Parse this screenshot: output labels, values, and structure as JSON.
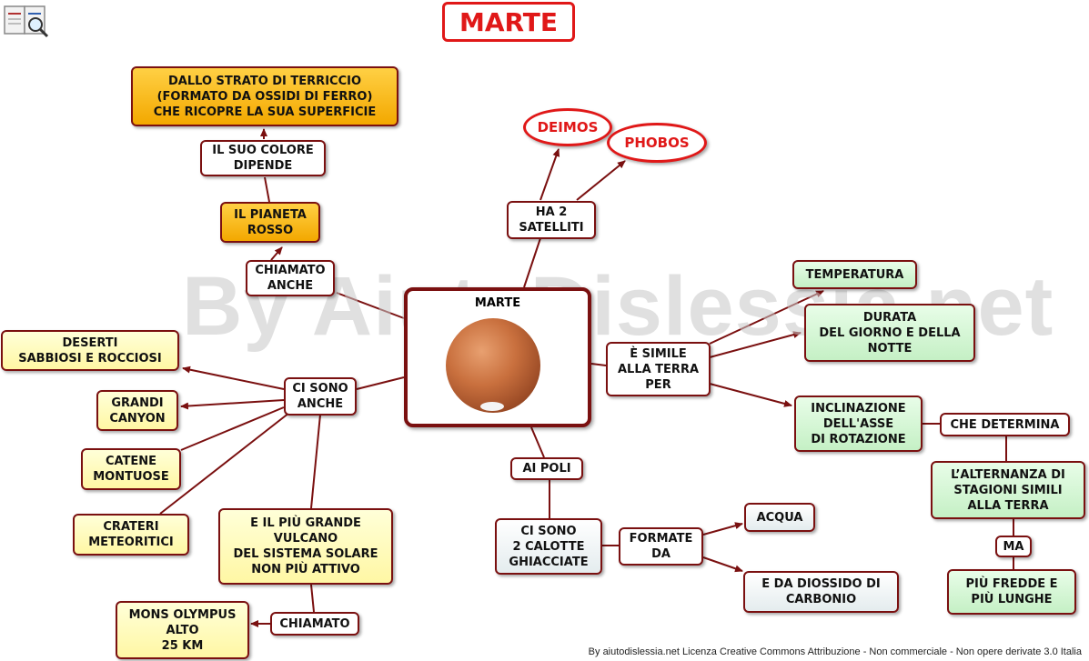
{
  "title": "MARTE",
  "watermark": "By AiutoDislessia.net",
  "footer": "By aiutodislessia.net Licenza Creative Commons Attribuzione - Non commerciale - Non opere derivate 3.0 Italia",
  "center": {
    "label": "MARTE"
  },
  "nodes": {
    "dallo_strato": "DALLO STRATO DI TERRICCIO\n(FORMATO DA OSSIDI DI FERRO)\nCHE RICOPRE LA SUA SUPERFICIE",
    "il_suo_colore": "IL SUO COLORE\nDIPENDE",
    "il_pianeta_rosso": "IL PIANETA\nROSSO",
    "chiamato_anche": "CHIAMATO\nANCHE",
    "deimos": "DEIMOS",
    "phobos": "PHOBOS",
    "ha_2_satelliti": "HA 2\nSATELLITI",
    "temperatura": "TEMPERATURA",
    "durata": "DURATA\nDEL GIORNO E DELLA\nNOTTE",
    "simile": "È SIMILE\nALLA TERRA\nPER",
    "inclinazione": "INCLINAZIONE\nDELL'ASSE\nDI ROTAZIONE",
    "che_determina": "CHE DETERMINA",
    "alternanza": "L’ALTERNANZA DI\nSTAGIONI SIMILI\nALLA TERRA",
    "ma": "MA",
    "piu_fredde": "PIÙ FREDDE E\nPIÙ LUNGHE",
    "deserti": "DESERTI\nSABBIOSI E ROCCIOSI",
    "ci_sono_anche": "CI SONO\nANCHE",
    "grandi_canyon": "GRANDI\nCANYON",
    "catene": "CATENE\nMONTUOSE",
    "crateri": "CRATERI\nMETEORITICI",
    "vulcano": "E IL PIÙ GRANDE\nVULCANO\nDEL SISTEMA SOLARE\nNON PIÙ ATTIVO",
    "chiamato": "CHIAMATO",
    "mons_olympus": "MONS OLYMPUS\nALTO\n25 KM",
    "ai_poli": "AI POLI",
    "calotte": "CI SONO\n2 CALOTTE\nGHIACCIATE",
    "formate_da": "FORMATE\nDA",
    "acqua": "ACQUA",
    "diossido": "E DA DIOSSIDO DI\nCARBONIO"
  },
  "colors": {
    "link": "#7a1010",
    "accent_red": "#e01818",
    "orange": "#f3a800",
    "yellow": "#fff7a4",
    "green": "#c5f0c5"
  }
}
